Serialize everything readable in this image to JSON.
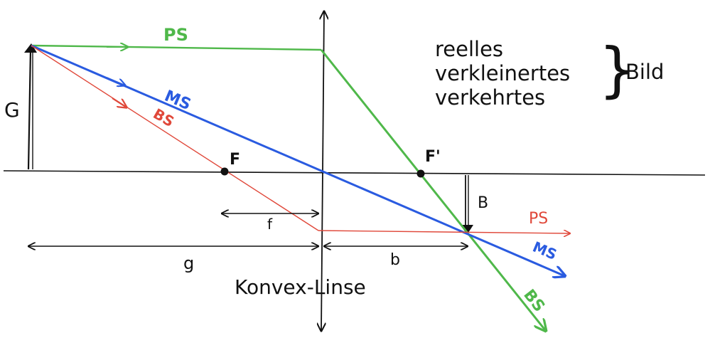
{
  "labels": {
    "object": "G",
    "image": "B",
    "focal_left": "F",
    "focal_right": "F'",
    "focal_length": "f",
    "object_distance": "g",
    "image_distance": "b",
    "lens": "Konvex-Linse"
  },
  "rays": {
    "parallel": "PS",
    "central": "MS",
    "focal": "BS"
  },
  "description": {
    "lines": [
      "reelles",
      "verkleinertes",
      "verkehrtes"
    ],
    "suffix": "Bild"
  },
  "colors": {
    "parallel_ray": "#4fb84a",
    "central_ray": "#2a5be0",
    "focal_ray": "#e0483a",
    "ink": "#111111"
  }
}
